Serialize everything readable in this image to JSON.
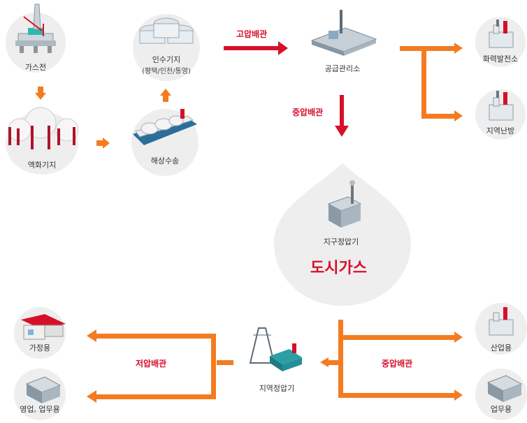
{
  "nodes": {
    "gas_field": {
      "label": "가스전"
    },
    "liquefaction": {
      "label": "액화기지"
    },
    "shipping": {
      "label": "해상수송"
    },
    "receiving": {
      "label": "인수기지",
      "sublabel": "(평택/인천/통영)"
    },
    "supply_office": {
      "label": "공급관리소"
    },
    "power_plant": {
      "label": "화력발전소"
    },
    "district_heating": {
      "label": "지역난방"
    },
    "district_regulator": {
      "label": "지구정압기"
    },
    "city_gas": {
      "label": "도시가스"
    },
    "regional_regulator": {
      "label": "지역정압기"
    },
    "household": {
      "label": "가정용"
    },
    "commercial": {
      "label": "영업, 업무용"
    },
    "industrial": {
      "label": "산업용"
    },
    "business": {
      "label": "업무용"
    }
  },
  "pipes": {
    "high_pressure": "고압배관",
    "medium_pressure_1": "중압배관",
    "medium_pressure_2": "중압배관",
    "low_pressure": "저압배관"
  },
  "colors": {
    "orange": "#f47b20",
    "red": "#d7102a",
    "circle_bg": "#eeeeee",
    "drop_bg": "#eeeeee"
  }
}
